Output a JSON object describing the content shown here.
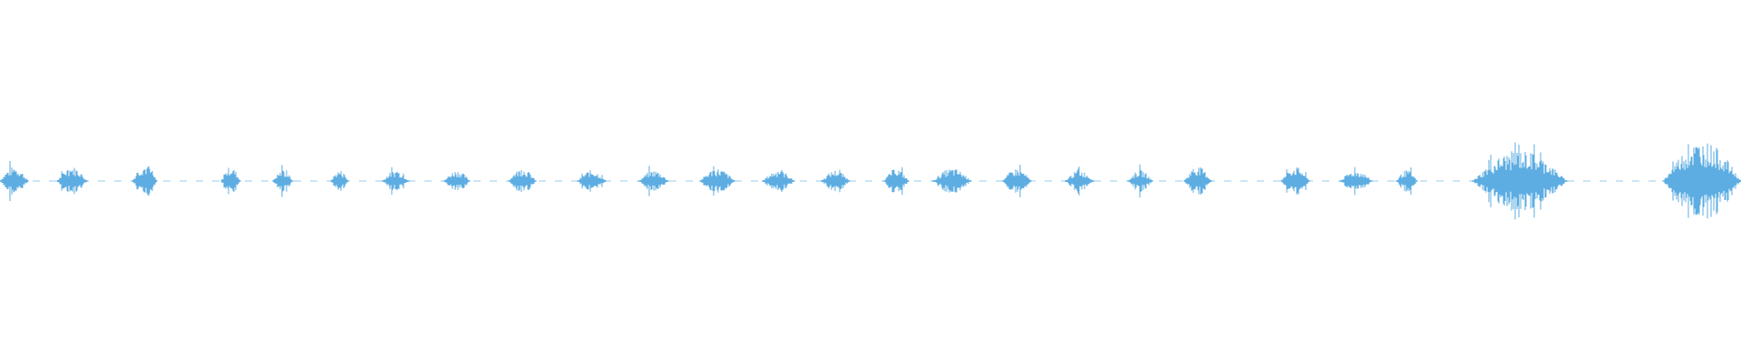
{
  "waveform": {
    "color": "#5DADE2",
    "baseline_color": "#5DADE2",
    "segments": [
      {
        "start": 0.0,
        "end": 0.016,
        "amp": 0.04
      },
      {
        "start": 0.033,
        "end": 0.05,
        "amp": 0.04
      },
      {
        "start": 0.076,
        "end": 0.09,
        "amp": 0.045
      },
      {
        "start": 0.127,
        "end": 0.138,
        "amp": 0.04
      },
      {
        "start": 0.157,
        "end": 0.168,
        "amp": 0.03
      },
      {
        "start": 0.19,
        "end": 0.2,
        "amp": 0.03
      },
      {
        "start": 0.22,
        "end": 0.235,
        "amp": 0.03
      },
      {
        "start": 0.255,
        "end": 0.27,
        "amp": 0.03
      },
      {
        "start": 0.292,
        "end": 0.308,
        "amp": 0.035
      },
      {
        "start": 0.332,
        "end": 0.348,
        "amp": 0.03
      },
      {
        "start": 0.367,
        "end": 0.384,
        "amp": 0.03
      },
      {
        "start": 0.402,
        "end": 0.422,
        "amp": 0.035
      },
      {
        "start": 0.438,
        "end": 0.456,
        "amp": 0.03
      },
      {
        "start": 0.472,
        "end": 0.488,
        "amp": 0.03
      },
      {
        "start": 0.508,
        "end": 0.522,
        "amp": 0.035
      },
      {
        "start": 0.536,
        "end": 0.558,
        "amp": 0.035
      },
      {
        "start": 0.576,
        "end": 0.592,
        "amp": 0.035
      },
      {
        "start": 0.612,
        "end": 0.628,
        "amp": 0.03
      },
      {
        "start": 0.648,
        "end": 0.662,
        "amp": 0.03
      },
      {
        "start": 0.68,
        "end": 0.696,
        "amp": 0.04
      },
      {
        "start": 0.736,
        "end": 0.752,
        "amp": 0.04
      },
      {
        "start": 0.77,
        "end": 0.788,
        "amp": 0.03
      },
      {
        "start": 0.802,
        "end": 0.814,
        "amp": 0.03
      },
      {
        "start": 0.846,
        "end": 0.9,
        "amp": 0.085
      },
      {
        "start": 0.955,
        "end": 1.0,
        "amp": 0.11
      }
    ]
  }
}
